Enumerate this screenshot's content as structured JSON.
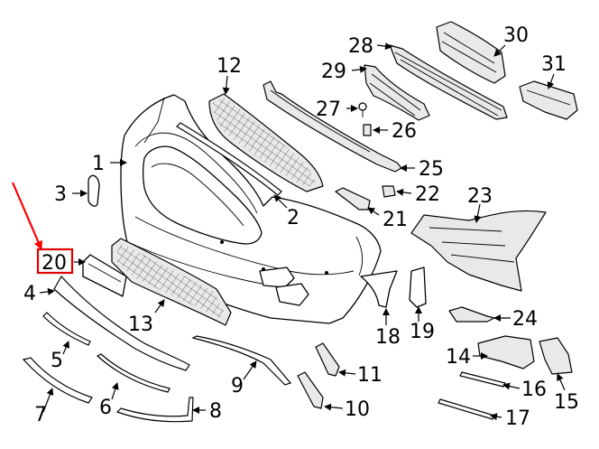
{
  "diagram": {
    "callouts": {
      "c1": "1",
      "c2": "2",
      "c3": "3",
      "c4": "4",
      "c5": "5",
      "c6": "6",
      "c7": "7",
      "c8": "8",
      "c9": "9",
      "c10": "10",
      "c11": "11",
      "c12": "12",
      "c13": "13",
      "c14": "14",
      "c15": "15",
      "c16": "16",
      "c17": "17",
      "c18": "18",
      "c19": "19",
      "c20": "20",
      "c21": "21",
      "c22": "22",
      "c23": "23",
      "c24": "24",
      "c25": "25",
      "c26": "26",
      "c27": "27",
      "c28": "28",
      "c29": "29",
      "c30": "30",
      "c31": "31"
    },
    "highlighted_callout": "20",
    "highlight_color": "#e00000"
  }
}
